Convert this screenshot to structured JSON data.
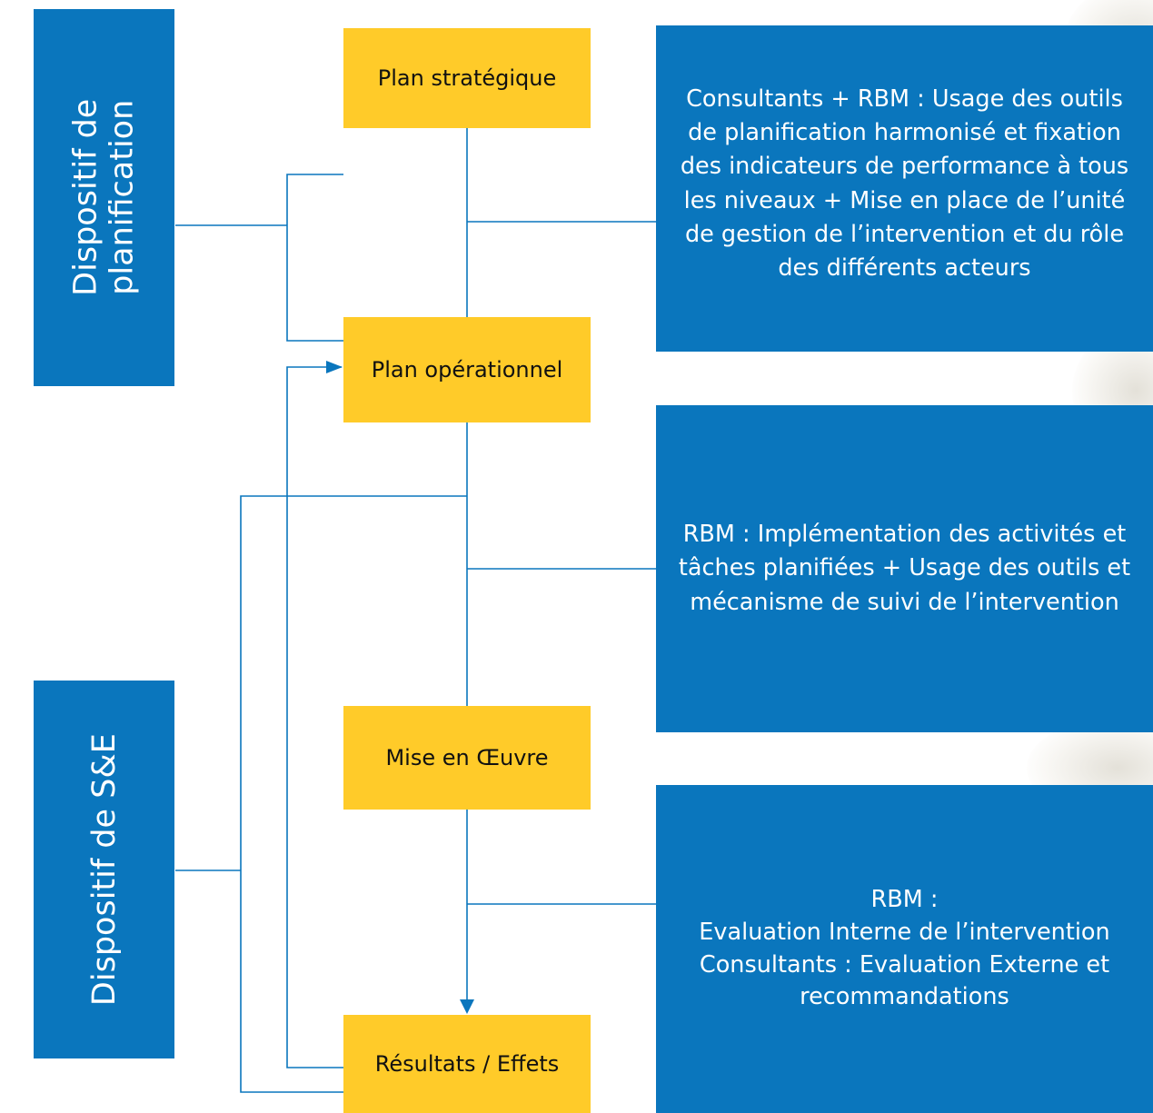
{
  "side_labels": {
    "planning": "Dispositif de\nplanification",
    "monitoring": "Dispositif de S&E"
  },
  "steps": {
    "plan_strategique": "Plan stratégique",
    "plan_operationnel": "Plan opérationnel",
    "mise_en_oeuvre": "Mise en Œuvre",
    "resultats": "Résultats / Effets"
  },
  "panels": {
    "top": "Consultants + RBM : Usage des outils de planification harmonisé et fixation des indicateurs de performance à tous les niveaux + Mise en place de l’unité de gestion de l’intervention et du rôle des différents acteurs",
    "middle": "RBM : Implémentation des activités et tâches planifiées + Usage des outils et mécanisme de suivi de l’intervention",
    "bottom": "RBM :\nEvaluation Interne de l’intervention\nConsultants : Evaluation Externe et recommandations"
  },
  "colors": {
    "blue": "#0a76bd",
    "yellow": "#ffcb29",
    "line": "#0a76bd"
  }
}
